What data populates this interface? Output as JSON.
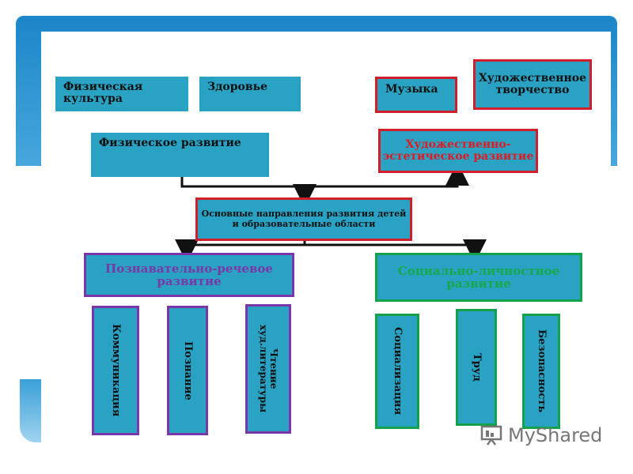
{
  "top": {
    "phys_culture": "Физическая культура",
    "health": "Здоровье",
    "music": "Музыка",
    "art_creativity": "Художественное творчество"
  },
  "middle": {
    "phys_dev": "Физическое развитие",
    "art_aesthetic_dev": "Художественно-эстетическое развитие",
    "core": "Основные направления развития детей и образовательные области"
  },
  "branches": {
    "cognitive": "Познавательно-речевое развитие",
    "social": "Социально-личностное развитие"
  },
  "leaves": {
    "communication": "Коммуникация",
    "cognition": "Познание",
    "reading_line1": "Чтение",
    "reading_line2": "худ.литературы",
    "socialization": "Социализация",
    "labor": "Труд",
    "safety": "Безопасность"
  },
  "watermark": "MyShared",
  "colors": {
    "box_fill": "#2aa2c3",
    "red_border": "#d01f2b",
    "purple_border": "#7a37a8",
    "green_border": "#13a14a",
    "header_blue": "#1c86c8"
  }
}
